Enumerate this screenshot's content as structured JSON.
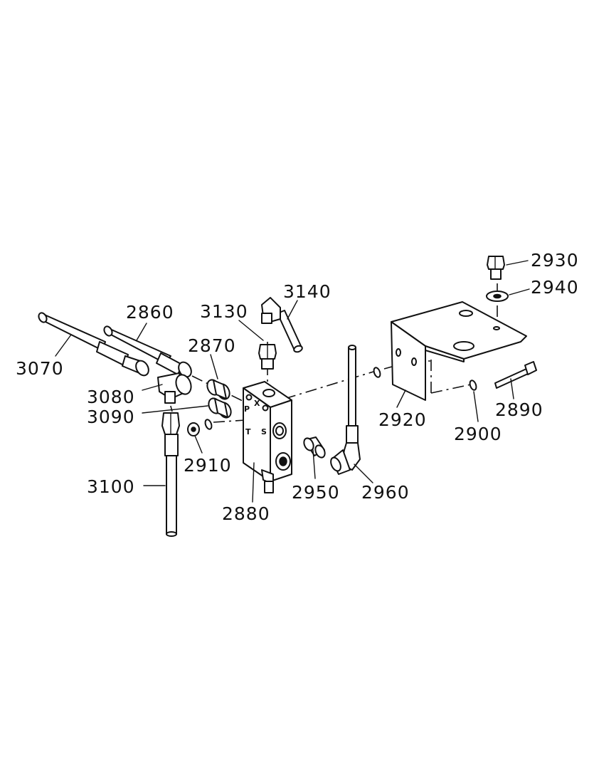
{
  "diagram": {
    "callouts": [
      {
        "id": "2930",
        "text": "2930"
      },
      {
        "id": "2940",
        "text": "2940"
      },
      {
        "id": "3140",
        "text": "3140"
      },
      {
        "id": "3130",
        "text": "3130"
      },
      {
        "id": "2860",
        "text": "2860"
      },
      {
        "id": "2870",
        "text": "2870"
      },
      {
        "id": "3070",
        "text": "3070"
      },
      {
        "id": "3080",
        "text": "3080"
      },
      {
        "id": "3090",
        "text": "3090"
      },
      {
        "id": "2910",
        "text": "2910"
      },
      {
        "id": "3100",
        "text": "3100"
      },
      {
        "id": "2880",
        "text": "2880"
      },
      {
        "id": "2950",
        "text": "2950"
      },
      {
        "id": "2960",
        "text": "2960"
      },
      {
        "id": "2920",
        "text": "2920"
      },
      {
        "id": "2900",
        "text": "2900"
      },
      {
        "id": "2890",
        "text": "2890"
      }
    ],
    "port_markings": {
      "x": "X",
      "p": "P",
      "t": "T",
      "s": "S"
    }
  }
}
